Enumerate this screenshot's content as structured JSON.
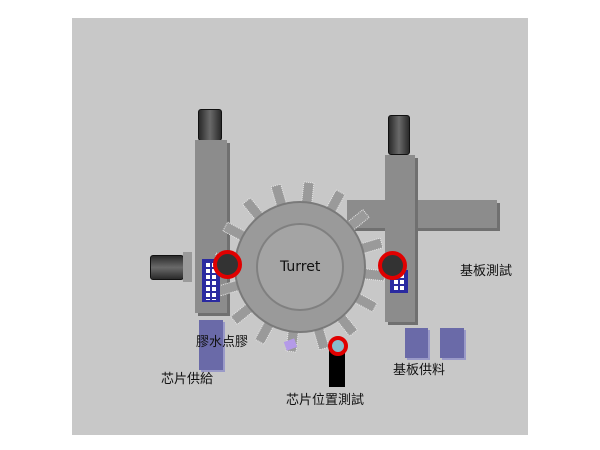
{
  "turret": {
    "label": "Turret",
    "teeth": 16
  },
  "labels": {
    "glue_dispense": "膠水点膠",
    "chip_supply": "芯片供給",
    "chip_position_test": "芯片位置測試",
    "substrate_supply": "基板供料",
    "substrate_test": "基板測試"
  },
  "colors": {
    "background": "#c8c8c8",
    "machine": "#8c8c8c",
    "indicator": "#e00000",
    "tray": "#6a6aa8"
  }
}
